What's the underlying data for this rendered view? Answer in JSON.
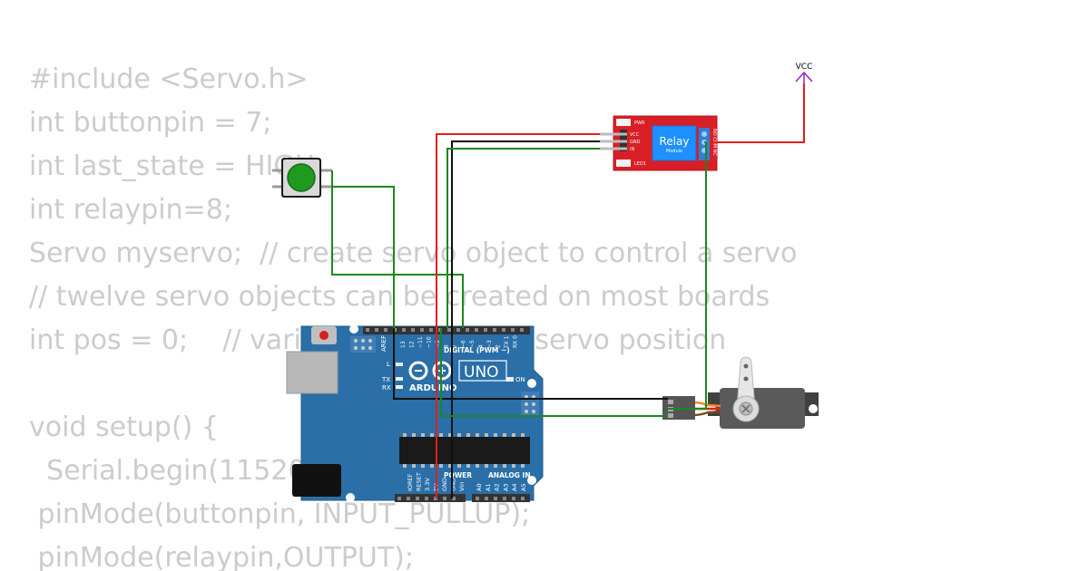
{
  "code": {
    "lines": [
      "#include <Servo.h>",
      "int buttonpin = 7;",
      "int last_state = HIGH;",
      "int relaypin=8;",
      "Servo myservo;  // create servo object to control a servo",
      "// twelve servo objects can be created on most boards",
      "int pos = 0;    // variable to store the servo position",
      "",
      "void setup() {",
      "  Serial.begin(115200);",
      " pinMode(buttonpin, INPUT_PULLUP);",
      " pinMode(relaypin,OUTPUT);"
    ]
  },
  "vcc": {
    "label": "VCC"
  },
  "relay": {
    "title": "Relay",
    "subtitle": "Module",
    "pins": [
      "VCC",
      "GND",
      "IN"
    ],
    "leds": [
      "PWR",
      "LED1"
    ],
    "terminal_labels": "NO COM NC"
  },
  "arduino": {
    "brand": "ARDUINO",
    "model": "UNO",
    "digital_label": "DIGITAL (PWM ~)",
    "power_label": "POWER",
    "analog_label": "ANALOG IN",
    "on_label": "ON",
    "l_label": "L",
    "tx_label": "TX",
    "rx_label": "RX",
    "aref_label": "AREF",
    "digital_pins": [
      "13",
      "12",
      "~11",
      "~10",
      "~9",
      "8",
      "7",
      "~6",
      "~5",
      "4",
      "~3",
      "2",
      "TX 1",
      "RX 0"
    ],
    "power_pins": [
      "IOREF",
      "RESET",
      "3.3V",
      "5V",
      "GND",
      "GND",
      "Vin"
    ],
    "analog_pins": [
      "A0",
      "A1",
      "A2",
      "A3",
      "A4",
      "A5"
    ]
  },
  "colors": {
    "wire_green": "#1a8a1a",
    "wire_red": "#e0201c",
    "wire_black": "#111111",
    "vcc_purple": "#a020c0",
    "board_blue": "#2a6fa8",
    "relay_red": "#d81f26",
    "relay_blue": "#1e90ff",
    "button_green": "#1f9a1f",
    "code_gray": "#cccccc"
  }
}
